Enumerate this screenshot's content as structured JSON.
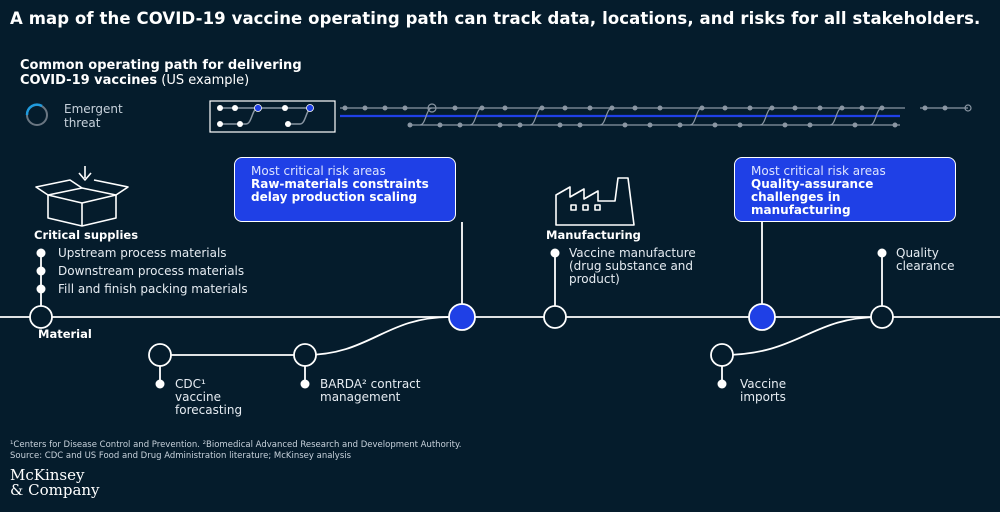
{
  "title": "A map of the COVID-19 vaccine operating path can track data, locations, and risks for all stakeholders.",
  "subtitle": {
    "line1": "Common operating path for delivering",
    "line2_bold": "COVID-19 vaccines",
    "line2_normal": " (US example)"
  },
  "legend": {
    "emergent_threat": "Emergent threat"
  },
  "callouts": [
    {
      "heading": "Most critical risk areas",
      "body": "Raw-materials constraints delay production scaling"
    },
    {
      "heading": "Most critical risk areas",
      "body": "Quality-assurance challenges in manufacturing"
    }
  ],
  "critical_supplies": {
    "title": "Critical supplies",
    "items": [
      "Upstream process materials",
      "Downstream process materials",
      "Fill and finish packing materials"
    ]
  },
  "material_label": "Material",
  "manufacturing": {
    "title": "Manufacturing",
    "item": "Vaccine manufacture (drug substance and product)"
  },
  "quality": {
    "item": "Quality clearance"
  },
  "branches": {
    "cdc": "CDC¹ vaccine forecasting",
    "barda": "BARDA² contract management",
    "imports": "Vaccine imports"
  },
  "footnotes": {
    "line1": "¹Centers for Disease Control and Prevention. ²Biomedical Advanced Research and Development Authority.",
    "line2": "Source: CDC and US Food and Drug Administration literature; McKinsey analysis"
  },
  "logo": {
    "line1": "McKinsey",
    "line2": "& Company"
  },
  "colors": {
    "background": "#051c2c",
    "accent_blue": "#1f40e6",
    "line": "#ffffff",
    "grey_track": "#8a96a3"
  },
  "icons": [
    "emergent-threat-icon",
    "box-icon",
    "factory-icon"
  ]
}
